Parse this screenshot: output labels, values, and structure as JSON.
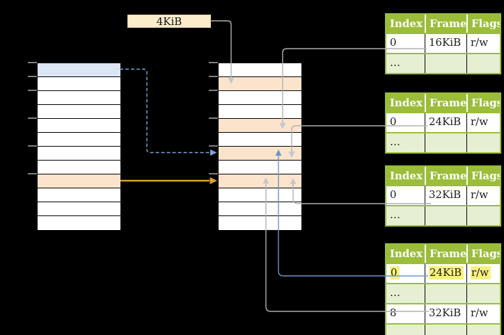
{
  "size_label": {
    "text": "4KiB"
  },
  "memory_columns": {
    "left": {
      "rows": [
        "blue",
        "white",
        "white",
        "white",
        "white",
        "white",
        "white",
        "white",
        "orange",
        "white",
        "white",
        "white"
      ],
      "tick_rows": [
        0,
        1,
        2,
        4,
        6,
        8
      ]
    },
    "middle": {
      "rows": [
        "white",
        "orange",
        "white",
        "white",
        "orange",
        "white",
        "orange",
        "white",
        "orange",
        "white",
        "white",
        "white"
      ],
      "tick_rows": [
        0,
        1,
        2,
        4,
        6,
        8
      ]
    }
  },
  "page_tables": [
    {
      "columns": [
        "Index",
        "Frame",
        "Flags"
      ],
      "rows": [
        {
          "variant": "data",
          "highlight": false,
          "cells": [
            "0",
            "16KiB",
            "r/w"
          ]
        },
        {
          "variant": "dots",
          "highlight": false,
          "cells": [
            "…",
            "",
            ""
          ]
        }
      ]
    },
    {
      "columns": [
        "Index",
        "Frame",
        "Flags"
      ],
      "rows": [
        {
          "variant": "data",
          "highlight": false,
          "cells": [
            "0",
            "24KiB",
            "r/w"
          ]
        },
        {
          "variant": "dots",
          "highlight": false,
          "cells": [
            "…",
            "",
            ""
          ]
        }
      ]
    },
    {
      "columns": [
        "Index",
        "Frame",
        "Flags"
      ],
      "rows": [
        {
          "variant": "data",
          "highlight": false,
          "cells": [
            "0",
            "32KiB",
            "r/w"
          ]
        },
        {
          "variant": "dots",
          "highlight": false,
          "cells": [
            "…",
            "",
            ""
          ]
        }
      ]
    },
    {
      "columns": [
        "Index",
        "Frame",
        "Flags"
      ],
      "rows": [
        {
          "variant": "data",
          "highlight": true,
          "cells": [
            "0",
            "24KiB",
            "r/w"
          ]
        },
        {
          "variant": "dots",
          "highlight": false,
          "cells": [
            "…",
            "",
            ""
          ]
        },
        {
          "variant": "data",
          "highlight": false,
          "cells": [
            "8",
            "32KiB",
            "r/w"
          ]
        },
        {
          "variant": "dots",
          "highlight": false,
          "cells": [
            "…",
            "",
            ""
          ]
        }
      ]
    }
  ],
  "colors": {
    "background": "#000000",
    "column_border": "#000000",
    "row_white": "#ffffff",
    "row_blue": "#dbe5f3",
    "row_orange": "#fce4cc",
    "tick_gray": "#808080",
    "label_box_fill": "#fdeccb",
    "label_box_border": "#e3d2a4",
    "table_green": "#9bbd3a",
    "table_green_light": "#e7efd3",
    "header_text": "#ffffff",
    "cell_text": "#1a1a1a",
    "highlight_yellow": "#f8f17e",
    "line_gray": "#b0b0b0",
    "line_blue": "#7095c7",
    "line_blue_dashed": "#7ea6d8",
    "line_orange": "#dd9f2d",
    "arrowhead_gray": "#c3c8d1"
  }
}
